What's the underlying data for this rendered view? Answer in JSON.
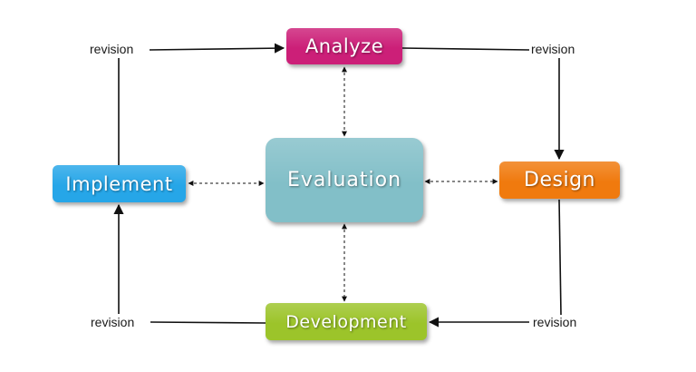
{
  "nodes": {
    "analyze": "Analyze",
    "design": "Design",
    "development": "Development",
    "implement": "Implement",
    "evaluation": "Evaluation"
  },
  "revision_labels": {
    "top_left": "revision",
    "top_right": "revision",
    "bottom_right": "revision",
    "bottom_left": "revision"
  },
  "colors": {
    "analyze": "#cc1f78",
    "design": "#f07a0e",
    "development": "#9cc42a",
    "implement": "#26a6e8",
    "evaluation": "#82bfc8",
    "connector": "#111111"
  }
}
